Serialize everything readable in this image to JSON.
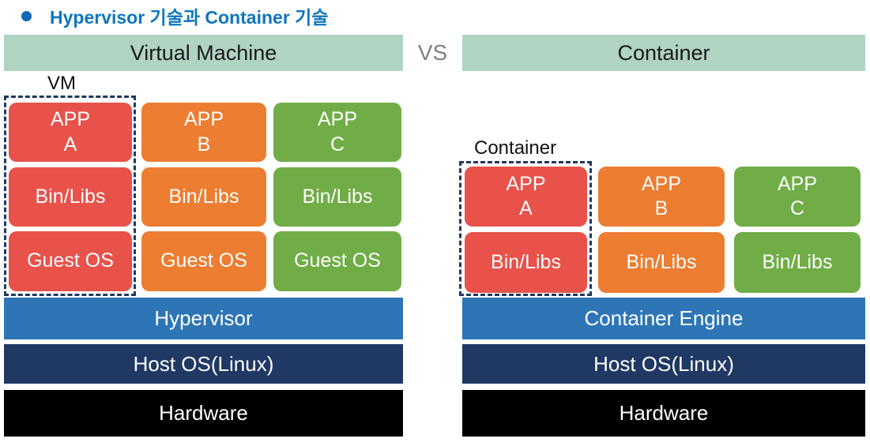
{
  "title": {
    "text": "Hypervisor 기술과 Container 기술",
    "color": "#0E76BD",
    "bullet_color": "#1168B4"
  },
  "comparison": {
    "left_header": "Virtual Machine",
    "vs_label": "VS",
    "right_header": "Container",
    "header_bg": "#B0D4C2",
    "vs_color": "#7F7F7F"
  },
  "vm_stack": {
    "label": "VM",
    "outline_color": "#1F3864",
    "columns": [
      {
        "app": {
          "line1": "APP",
          "line2": "A"
        },
        "bin": "Bin/Libs",
        "os": "Guest OS",
        "color": "#E8524A"
      },
      {
        "app": {
          "line1": "APP",
          "line2": "B"
        },
        "bin": "Bin/Libs",
        "os": "Guest OS",
        "color": "#ED7D31"
      },
      {
        "app": {
          "line1": "APP",
          "line2": "C"
        },
        "bin": "Bin/Libs",
        "os": "Guest OS",
        "color": "#70AD47"
      }
    ],
    "layers": [
      {
        "label": "Hypervisor",
        "color": "#2E75B6"
      },
      {
        "label": "Host OS(Linux)",
        "color": "#1F3864"
      },
      {
        "label": "Hardware",
        "color": "#000000"
      }
    ]
  },
  "container_stack": {
    "label": "Container",
    "outline_color": "#1F3864",
    "columns": [
      {
        "app": {
          "line1": "APP",
          "line2": "A"
        },
        "bin": "Bin/Libs",
        "color": "#E8524A"
      },
      {
        "app": {
          "line1": "APP",
          "line2": "B"
        },
        "bin": "Bin/Libs",
        "color": "#ED7D31"
      },
      {
        "app": {
          "line1": "APP",
          "line2": "C"
        },
        "bin": "Bin/Libs",
        "color": "#70AD47"
      }
    ],
    "layers": [
      {
        "label": "Container Engine",
        "color": "#2E75B6"
      },
      {
        "label": "Host OS(Linux)",
        "color": "#1F3864"
      },
      {
        "label": "Hardware",
        "color": "#000000"
      }
    ]
  }
}
